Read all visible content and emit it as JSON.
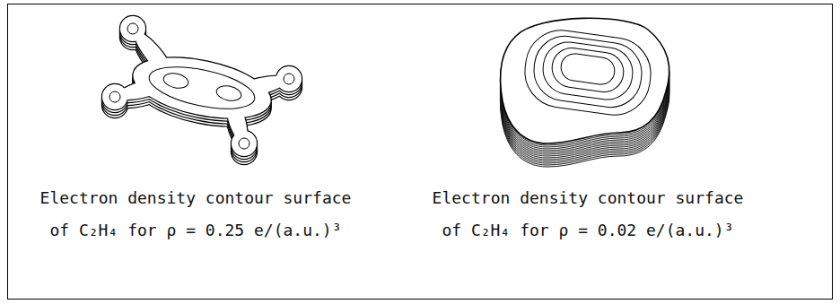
{
  "diagram": {
    "labels": [
      "Electron density contour surface",
      "of C₂H₄ for ρ = 0.25 e/(a.u.)³",
      "Electron density contour surface",
      "of C₂H₄ for ρ = 0.02 e/(a.u.)³"
    ]
  }
}
